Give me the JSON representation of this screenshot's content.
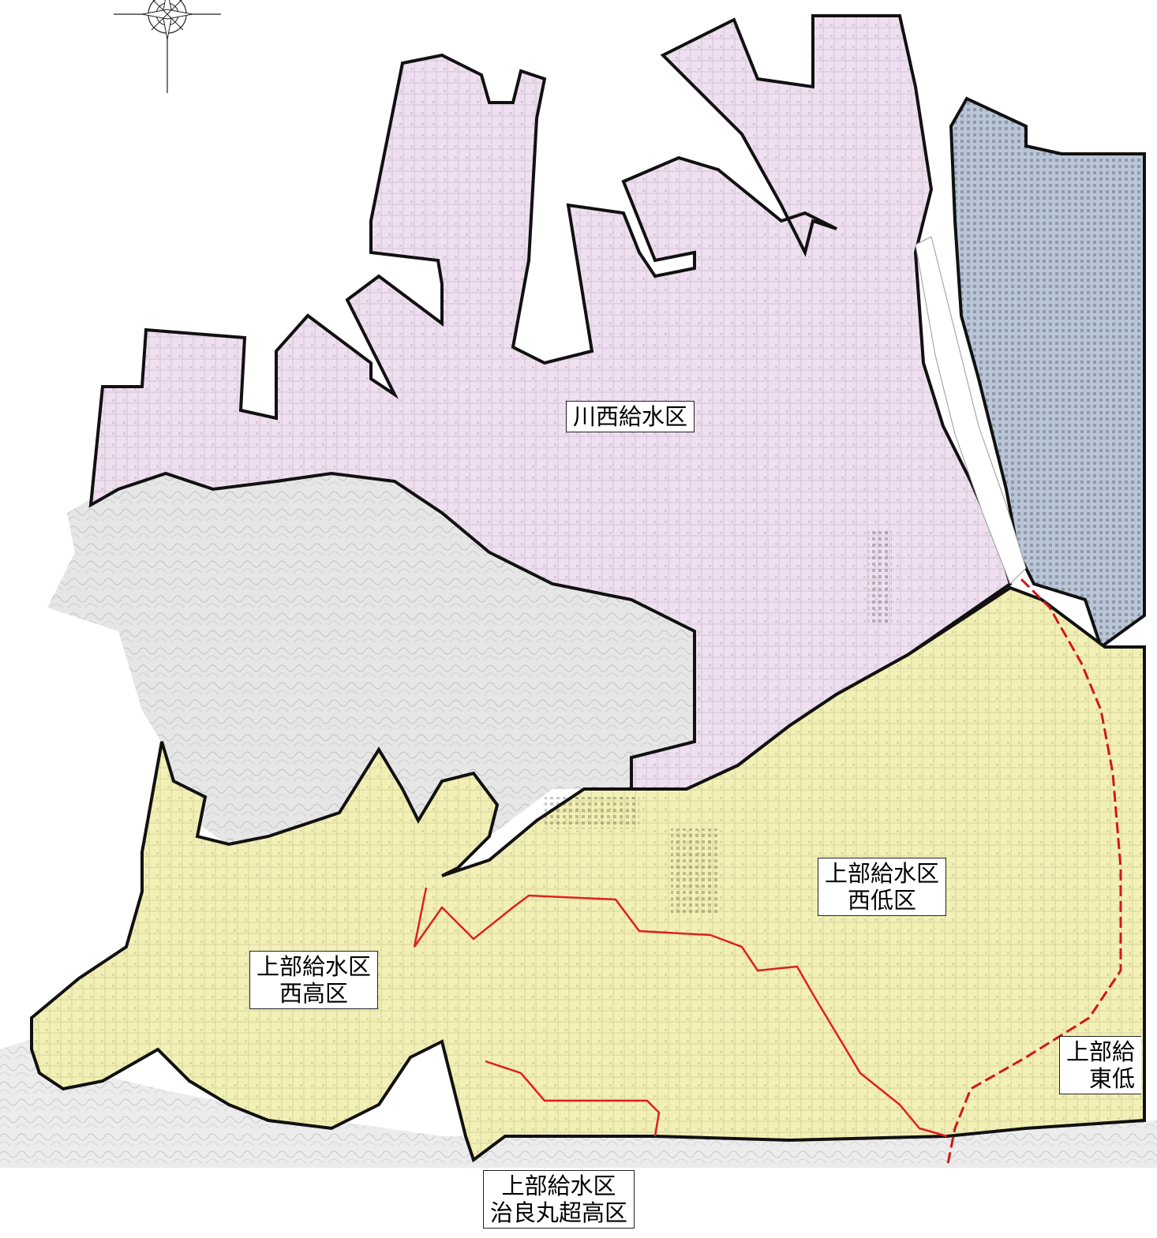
{
  "map": {
    "colors": {
      "kawanishi_fill": "#efdff0",
      "joubu_fill": "#f3f0b5",
      "east_fill": "#b9c6d8",
      "terrain_fill": "#e6e6e6",
      "boundary": "#111111",
      "subzone_line": "#e0201c",
      "rail": "#d01818"
    },
    "icons": {
      "compass": "compass-rose-icon"
    }
  },
  "labels": {
    "kawanishi": {
      "line1": "川西給水区"
    },
    "nishi_tei": {
      "line1": "上部給水区",
      "line2": "西低区"
    },
    "nishi_kou": {
      "line1": "上部給水区",
      "line2": "西高区"
    },
    "higashi_tei": {
      "line1": "上部給",
      "line2": "東低"
    },
    "jiramaru": {
      "line1": "上部給水区",
      "line2": "治良丸超高区"
    }
  }
}
